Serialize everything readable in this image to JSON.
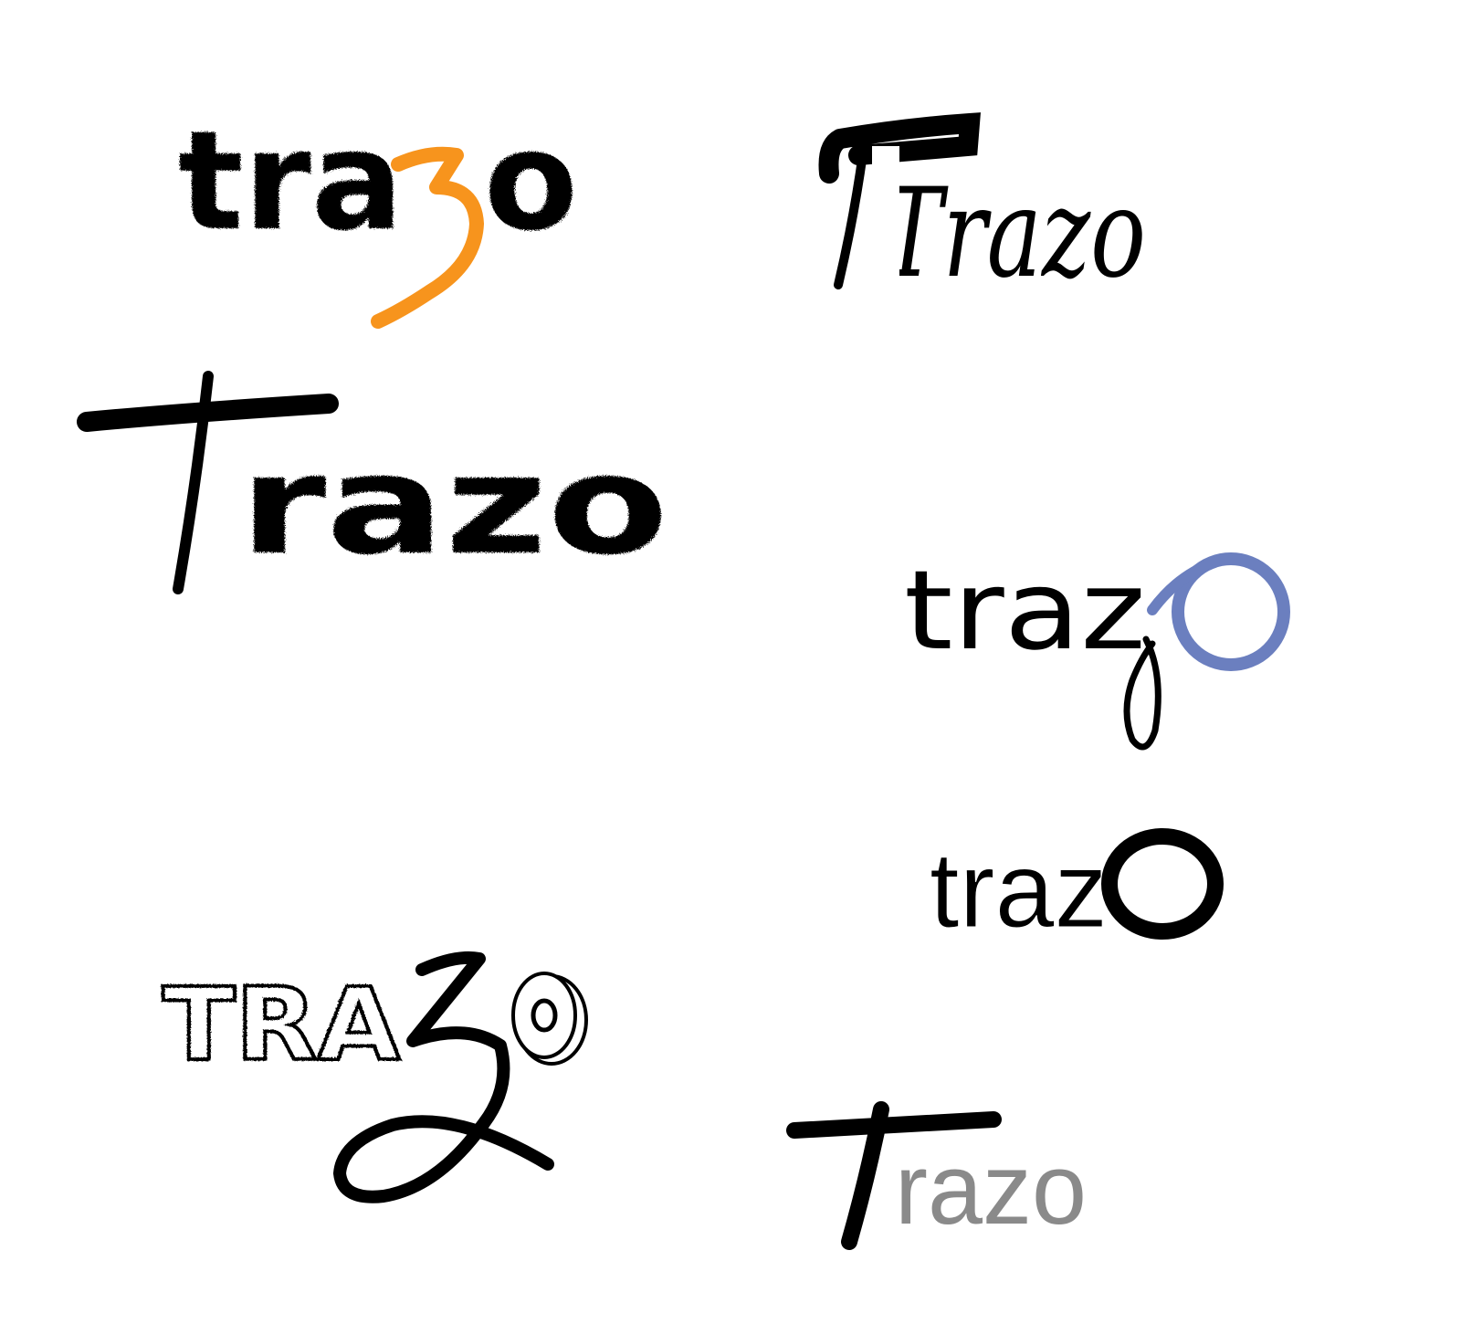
{
  "logos": [
    {
      "id": "logo-1",
      "text_main": "tra",
      "text_accent": "3",
      "text_tail": "o",
      "style": "rough-brush",
      "accent_color": "#F7941D"
    },
    {
      "id": "logo-2",
      "text": "Trazo",
      "style": "script-brush"
    },
    {
      "id": "logo-3",
      "text_first": "T",
      "text_rest": "razo",
      "style": "brush-bold-T"
    },
    {
      "id": "logo-4",
      "text_main": "traz",
      "text_accent": "O",
      "style": "cursive-with-blue-o",
      "accent_color": "#6B7FBF"
    },
    {
      "id": "logo-5",
      "text_main": "traz",
      "text_accent": "O",
      "style": "thin-with-bold-o"
    },
    {
      "id": "logo-6",
      "text_main": "TRA",
      "text_accent": "Z",
      "text_tail": "O",
      "style": "sketch-3d"
    },
    {
      "id": "logo-7",
      "text_first": "T",
      "text_rest": "razo",
      "style": "bold-T-gray-rest",
      "rest_color": "#8A8A8A"
    }
  ],
  "colors": {
    "ink": "#000000",
    "orange": "#F7941D",
    "blue": "#6B7FBF",
    "gray": "#8A8A8A",
    "background": "#FFFFFF"
  }
}
